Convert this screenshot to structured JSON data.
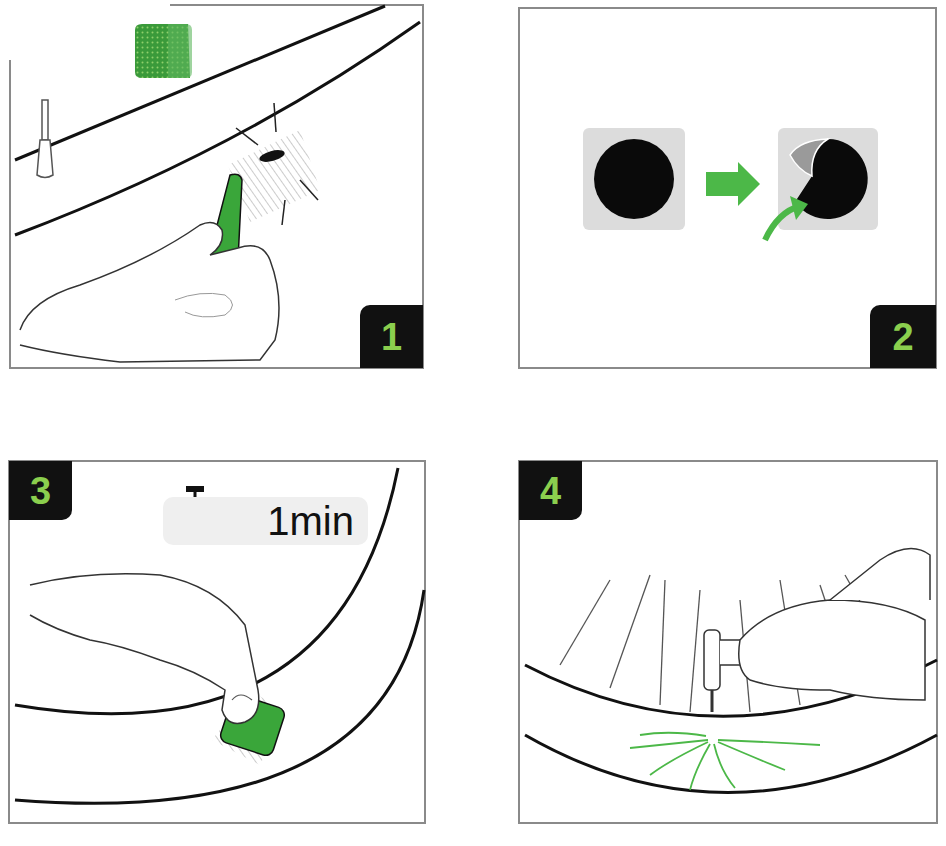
{
  "diagram": {
    "nodes": [
      {
        "text": [
          "1"
        ]
      },
      {
        "text": [
          "2"
        ]
      },
      {
        "text": [
          "3"
        ]
      },
      {
        "text": [
          "1min"
        ]
      },
      {
        "text": [
          "4"
        ]
      }
    ]
  }
}
